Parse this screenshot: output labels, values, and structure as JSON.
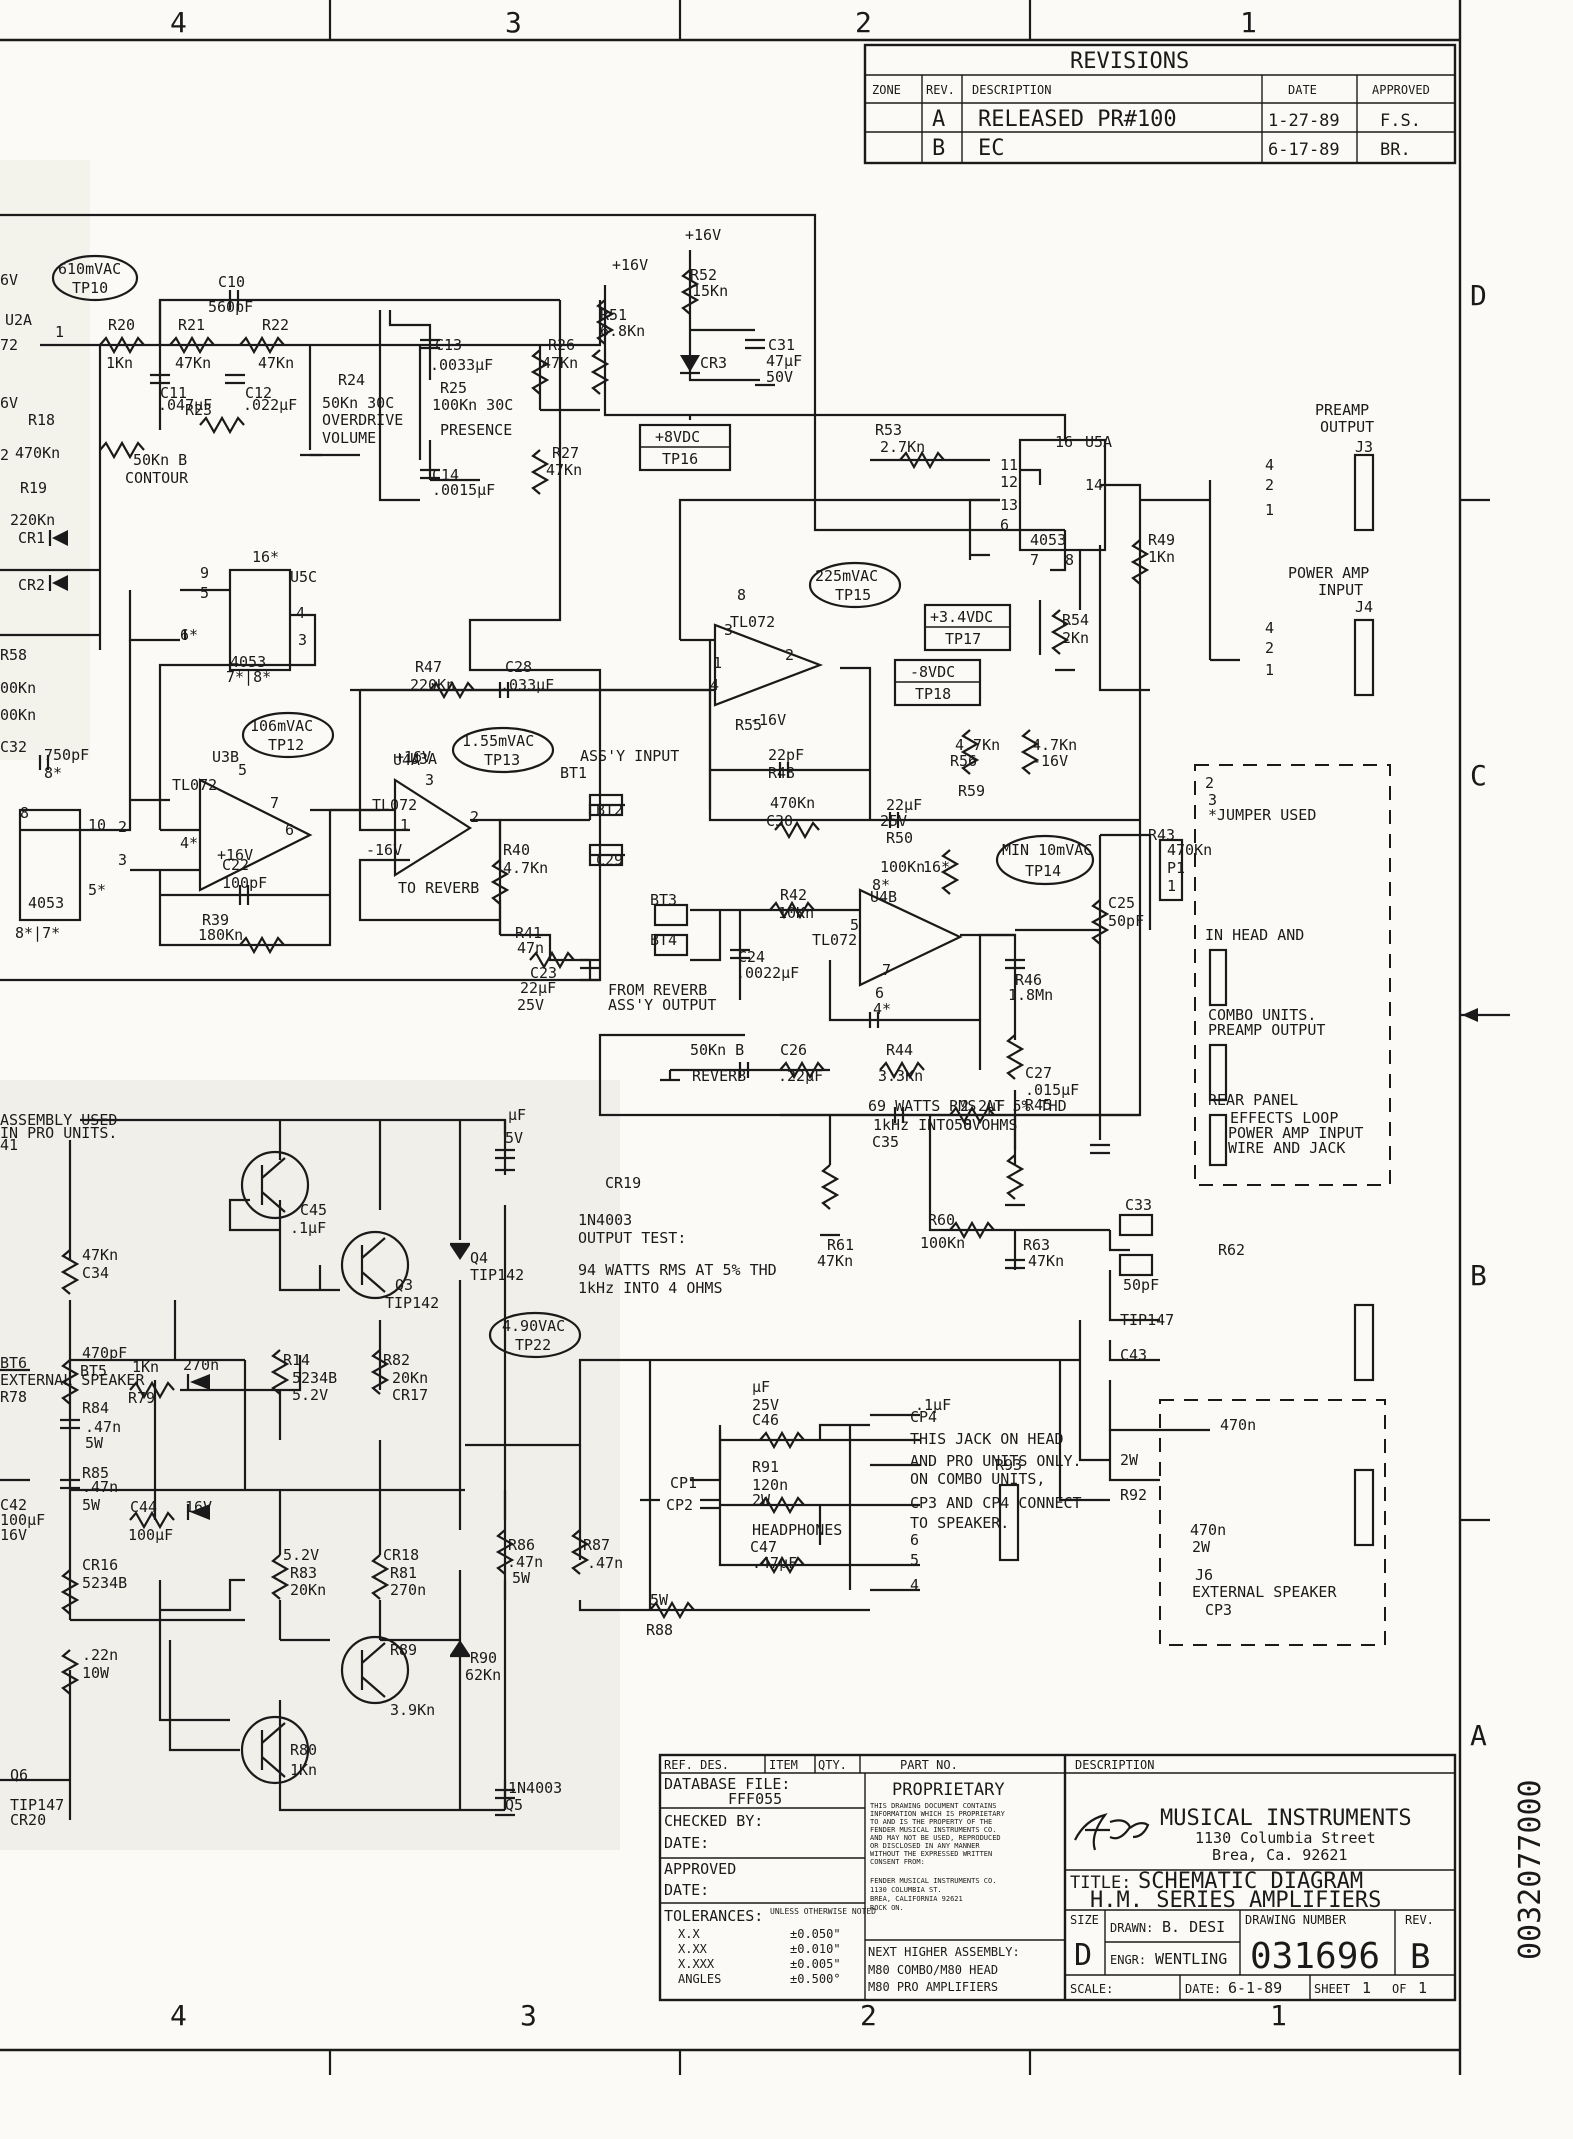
{
  "zones": {
    "top": [
      "4",
      "3",
      "2",
      "1"
    ],
    "bottom": [
      "4",
      "3",
      "2",
      "1"
    ],
    "right": [
      "D",
      "C",
      "B",
      "A"
    ]
  },
  "revisions": {
    "title": "REVISIONS",
    "headers": [
      "ZONE",
      "REV.",
      "DESCRIPTION",
      "DATE",
      "APPROVED"
    ],
    "rows": [
      {
        "zone": "",
        "rev": "A",
        "desc": "RELEASED PR#100",
        "date": "1-27-89",
        "approved": "F.S."
      },
      {
        "zone": "",
        "rev": "B",
        "desc": "EC",
        "date": "6-17-89",
        "approved": "BR."
      }
    ]
  },
  "testpoints": {
    "tp10": {
      "v": "610mVAC",
      "n": "TP10"
    },
    "tp15": {
      "v": "225mVAC",
      "n": "TP15"
    },
    "tp12": {
      "v": "106mVAC",
      "n": "TP12"
    },
    "tp13": {
      "v": "1.55mVAC",
      "n": "TP13"
    },
    "tp14": {
      "v": "MIN 10mVAC",
      "n": "TP14"
    },
    "tp22": {
      "v": "4.90VAC",
      "n": "TP22"
    },
    "tp16": {
      "v": "+8VDC",
      "n": "TP16"
    },
    "tp17": {
      "v": "+3.4VDC",
      "n": "TP17"
    },
    "tp18": {
      "v": "-8VDC",
      "n": "TP18"
    }
  },
  "labels": {
    "l01": "6V",
    "l02": "U2A",
    "l03": "72",
    "l04": "1",
    "l05": "C10",
    "l06": "560pF",
    "l07": "R20",
    "l08": "1Kn",
    "l09": "R21",
    "l10": "47Kn",
    "l11": "R22",
    "l12": "47Kn",
    "l13": "C11",
    "l14": ".047µF",
    "l15": "C12",
    "l16": ".022µF",
    "l17": "R23",
    "l18": "50Kn B",
    "l19": "CONTOUR",
    "l20": "R24",
    "l21": "50Kn 30C",
    "l22": "OVERDRIVE",
    "l23": "VOLUME",
    "l24": "C13",
    "l25": ".0033µF",
    "l26": "R25",
    "l27": "100Kn 30C",
    "l28": "PRESENCE",
    "l29": "C14",
    "l30": ".0015µF",
    "l31": "R26",
    "l32": "47Kn",
    "l33": "R27",
    "l34": "47Kn",
    "l35": "+16V",
    "l36": "R51",
    "l37": "6.8Kn",
    "l38": "+16V",
    "l39": "R52",
    "l40": "15Kn",
    "l41": "CR3",
    "l42": "C31",
    "l43": "47µF",
    "l44": "50V",
    "l45": "6V",
    "l46": "R18",
    "l47": "470Kn",
    "l48": "2",
    "l49": "R19",
    "l50": "220Kn",
    "l51": "CR1",
    "l52": "CR2",
    "l53": "R53",
    "l54": "2.7Kn",
    "l55": "16",
    "l56": "U5A",
    "l57": "11",
    "l58": "12",
    "l59": "13",
    "l60": "6",
    "l61": "14",
    "l62": "7",
    "l63": "8",
    "l64": "4053",
    "l65": "R54",
    "l66": "2Kn",
    "l67": "PREAMP",
    "l68": "OUTPUT",
    "l69": "J3",
    "l70": "4",
    "l71": "2",
    "l72": "1",
    "l73": "R49",
    "l74": "1Kn",
    "l75": "POWER AMP",
    "l76": "INPUT",
    "l77": "J4",
    "l78": "4",
    "l79": "2",
    "l80": "1",
    "l81": "9",
    "l82": "16*",
    "l83": "U5C",
    "l84": "5",
    "l85": "4",
    "l86": "3",
    "l87": "6*",
    "l88": "4053",
    "l89": "7*|8*",
    "l90": "R58",
    "l91": "00Kn",
    "l92": "R47",
    "l93": "220Kn",
    "l94": "C28",
    "l95": ".033µF",
    "l96": "+16V",
    "l97": "U3A",
    "l98": "8",
    "l99": "3",
    "l100": "TL072",
    "l101": "1",
    "l102": "2",
    "l103": "4",
    "l104": "-16V",
    "l105": "R55",
    "l106": "4.7Kn",
    "l107": "R56",
    "l108": "4.7Kn",
    "l109": "-16V",
    "l110": "R59",
    "l111": "00Kn",
    "l112": "C32",
    "l113": "750pF",
    "l114": "8*",
    "l115": "U3B",
    "l116": "5",
    "l117": "TL072",
    "l118": "7",
    "l119": "6",
    "l120": "4*",
    "l121": "+16V",
    "l122": "U4A",
    "l123": "3",
    "l124": "TL072",
    "l125": "1",
    "l126": "2",
    "l127": "-16V",
    "l128": "TO REVERB",
    "l129": "ASS'Y INPUT",
    "l130": "BT1",
    "l131": "BT2",
    "l132": "C29",
    "l133": "22pF",
    "l134": "R48",
    "l135": "470Kn",
    "l136": "C30",
    "l137": "22µF",
    "l138": "25V",
    "l139": "R50",
    "l140": "100Kn",
    "l141": "16*",
    "l142": "8",
    "l143": "10",
    "l144": "2",
    "l145": "3",
    "l146": "5*",
    "l147": "4053",
    "l148": "8*|7*",
    "l149": "C22",
    "l150": "100pF",
    "l151": "R39",
    "l152": "180Kn",
    "l153": "R40",
    "l154": "4.7Kn",
    "l155": "R41",
    "l156": "47n",
    "l157": "C23",
    "l158": "22µF",
    "l159": "25V",
    "l160": "BT3",
    "l161": "BT4",
    "l162": "R42",
    "l163": "10Kn",
    "l164": "C24",
    "l165": ".0022µF",
    "l166": "FROM REVERB",
    "l167": "ASS'Y OUTPUT",
    "l168": "8*",
    "l169": "U4B",
    "l170": "5",
    "l171": "TL072",
    "l172": "7",
    "l173": "6",
    "l174": "4*",
    "l175": "C25",
    "l176": "50pF",
    "l177": "R46",
    "l178": "1.8Mn",
    "l179": "C27",
    "l180": ".015µF",
    "l181": "R45",
    "l182": "50Kn B",
    "l183": "REVERB",
    "l184": "C26",
    "l185": ".22µF",
    "l186": "R44",
    "l187": "3.3Kn",
    "l188": "R43",
    "l189": "470Kn",
    "l190": "P1",
    "l191": "1",
    "l192": "2",
    "l193": "3",
    "l194": "*JUMPER USED",
    "l195": "IN HEAD AND",
    "l196": "COMBO UNITS.",
    "l197": "PREAMP OUTPUT",
    "l198": "REAR PANEL",
    "l199": "EFFECTS LOOP",
    "l200": "POWER AMP INPUT",
    "l201": "WIRE AND JACK",
    "l202": "ASSEMBLY USED",
    "l203": "IN PRO UNITS.",
    "l204": "41",
    "l205": "µF",
    "l206": "5V",
    "l207": "C45",
    "l208": ".1µF",
    "l209": "Q3",
    "l210": "TIP142",
    "l211": "Q4",
    "l212": "TIP142",
    "l213": "CR19",
    "l214": "1N4003",
    "l215": "OUTPUT TEST:",
    "l216": "94 WATTS RMS AT 5% THD",
    "l217": "1kHz INTO 4 OHMS",
    "l218": "69 WATTS RMS AT 5% THD",
    "l219": "1kHz INTO 8 OHMS",
    "l220": "C35",
    "l221": "2.2µF",
    "l222": "50V",
    "l223": "R61",
    "l224": "47Kn",
    "l225": "R63",
    "l226": "47Kn",
    "l227": "R60",
    "l228": "100Kn",
    "l229": "C33",
    "l230": "50pF",
    "l231": "R62",
    "l232": "47Kn",
    "l233": "C34",
    "l234": "470pF",
    "l235": "BT5",
    "l236": "BT6",
    "l237": "EXTERNAL SPEAKER",
    "l238": "R78",
    "l239": "1Kn",
    "l240": "R79",
    "l241": "270n",
    "l242": "R14",
    "l243": "5234B",
    "l244": "5.2V",
    "l245": "R82",
    "l246": "20Kn",
    "l247": "CR17",
    "l248": "R84",
    "l249": ".47n",
    "l250": "5W",
    "l251": "R85",
    "l252": ".47n",
    "l253": "5W",
    "l254": "C42",
    "l255": "100µF",
    "l256": "16V",
    "l257": "C44",
    "l258": "100µF",
    "l259": "16V",
    "l260": "CR16",
    "l261": "5234B",
    "l262": "5.2V",
    "l263": "R83",
    "l264": "20Kn",
    "l265": "CR18",
    "l266": "R81",
    "l267": "270n",
    "l268": "R86",
    "l269": ".47n",
    "l270": "5W",
    "l271": "R87",
    "l272": ".47n",
    "l273": "5W",
    "l274": "R88",
    "l275": ".22n",
    "l276": "10W",
    "l277": "R89",
    "l278": "3.9Kn",
    "l279": "R90",
    "l280": "62Kn",
    "l281": "R80",
    "l282": "1Kn",
    "l283": "Q6",
    "l284": "TIP147",
    "l285": "CR20",
    "l286": "1N4003",
    "l287": "Q5",
    "l288": "TIP147",
    "l289": "C43",
    "l290": "µF",
    "l291": "25V",
    "l292": "C46",
    "l293": ".1µF",
    "l294": "CP1",
    "l295": "CP2",
    "l296": "R91",
    "l297": "120n",
    "l298": "2W",
    "l299": "HEADPHONES",
    "l300": "C47",
    "l301": ".47µF",
    "l302": "R93",
    "l303": "470n",
    "l304": "2W",
    "l305": "R92",
    "l306": "470n",
    "l307": "2W",
    "l308": "J6",
    "l309": "EXTERNAL SPEAKER",
    "l310": "CP3",
    "l311": "CP4",
    "l312": "THIS JACK ON HEAD",
    "l313": "AND PRO UNITS ONLY.",
    "l314": "ON COMBO UNITS,",
    "l315": "CP3 AND CP4 CONNECT",
    "l316": "TO SPEAKER.",
    "l317": "6",
    "l318": "5",
    "l319": "4",
    "l320": "3",
    "l321": "2",
    "l322": "7",
    "l323": "8",
    "l324": "9",
    "l325": "1"
  },
  "title_block": {
    "ref_des": "REF. DES.",
    "item": "ITEM",
    "qty": "QTY.",
    "part_no": "PART NO.",
    "description_hdr": "DESCRIPTION",
    "database_file_label": "DATABASE FILE:",
    "database_file": "FFF055",
    "proprietary": "PROPRIETARY",
    "proprietary_text": [
      "THIS DRAWING DOCUMENT CONTAINS",
      "INFORMATION WHICH IS PROPRIETARY",
      "TO AND IS THE PROPERTY OF THE",
      "FENDER MUSICAL INSTRUMENTS CO.",
      "AND MAY NOT BE USED, REPRODUCED",
      "OR DISCLOSED IN ANY MANNER",
      "WITHOUT THE EXPRESSED WRITTEN",
      "CONSENT FROM:"
    ],
    "proprietary_addr": [
      "FENDER MUSICAL INSTRUMENTS CO.",
      "1130 COLUMBIA ST.",
      "BREA, CALIFORNIA 92621",
      "ROCK ON."
    ],
    "checked_by": "CHECKED BY:",
    "date1": "DATE:",
    "approved": "APPROVED",
    "date2": "DATE:",
    "tolerances": "TOLERANCES:",
    "tol_unless": "UNLESS OTHERWISE NOTED",
    "tol_rows": [
      {
        "k": "X.X",
        "v": "±0.050\""
      },
      {
        "k": "X.XX",
        "v": "±0.010\""
      },
      {
        "k": "X.XXX",
        "v": "±0.005\""
      },
      {
        "k": "ANGLES",
        "v": "±0.500°"
      }
    ],
    "next_assy_label": "NEXT HIGHER ASSEMBLY:",
    "next_assy": [
      "M80 COMBO/M80 HEAD",
      "M80 PRO AMPLIFIERS"
    ],
    "company": "MUSICAL INSTRUMENTS",
    "address1": "1130 Columbia Street",
    "address2": "Brea, Ca. 92621",
    "title_label": "TITLE:",
    "title1": "SCHEMATIC DIAGRAM",
    "title2": "H.M. SERIES AMPLIFIERS",
    "size_label": "SIZE",
    "size": "D",
    "drawn_label": "DRAWN:",
    "drawn": "B. DESI",
    "engr_label": "ENGR:",
    "engr": "WENTLING",
    "drawing_number_label": "DRAWING NUMBER",
    "drawing_number": "031696",
    "rev_label": "REV.",
    "rev": "B",
    "scale_label": "SCALE:",
    "date_label": "DATE:",
    "date": "6-1-89",
    "sheet_label": "SHEET",
    "sheet": "1",
    "of_label": "OF",
    "of": "1"
  },
  "margin_number": "0032077000"
}
